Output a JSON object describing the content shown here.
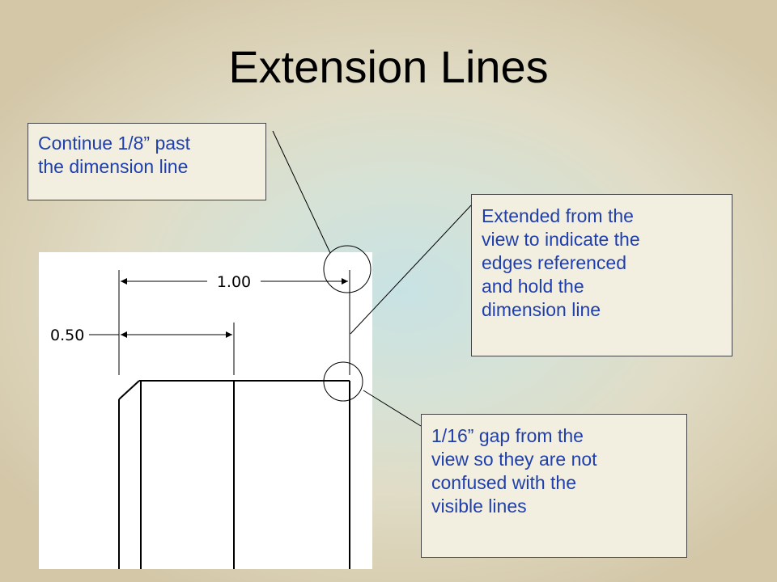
{
  "slide": {
    "title": "Extension Lines"
  },
  "callouts": {
    "top_left": {
      "lines": [
        "Continue 1/8” past",
        "the dimension line"
      ]
    },
    "right": {
      "lines": [
        "Extended from the",
        "view to indicate the",
        "edges referenced",
        "and hold the",
        "dimension line"
      ]
    },
    "bottom_right": {
      "lines": [
        "1/16” gap from the",
        "view so they are not",
        "confused with the",
        "visible lines"
      ]
    }
  },
  "drawing": {
    "dimension_horizontal": "1.00",
    "dimension_vertical": "0.50"
  },
  "colors": {
    "callout_text": "#1f3fae",
    "callout_bg": "#f2efe0"
  }
}
